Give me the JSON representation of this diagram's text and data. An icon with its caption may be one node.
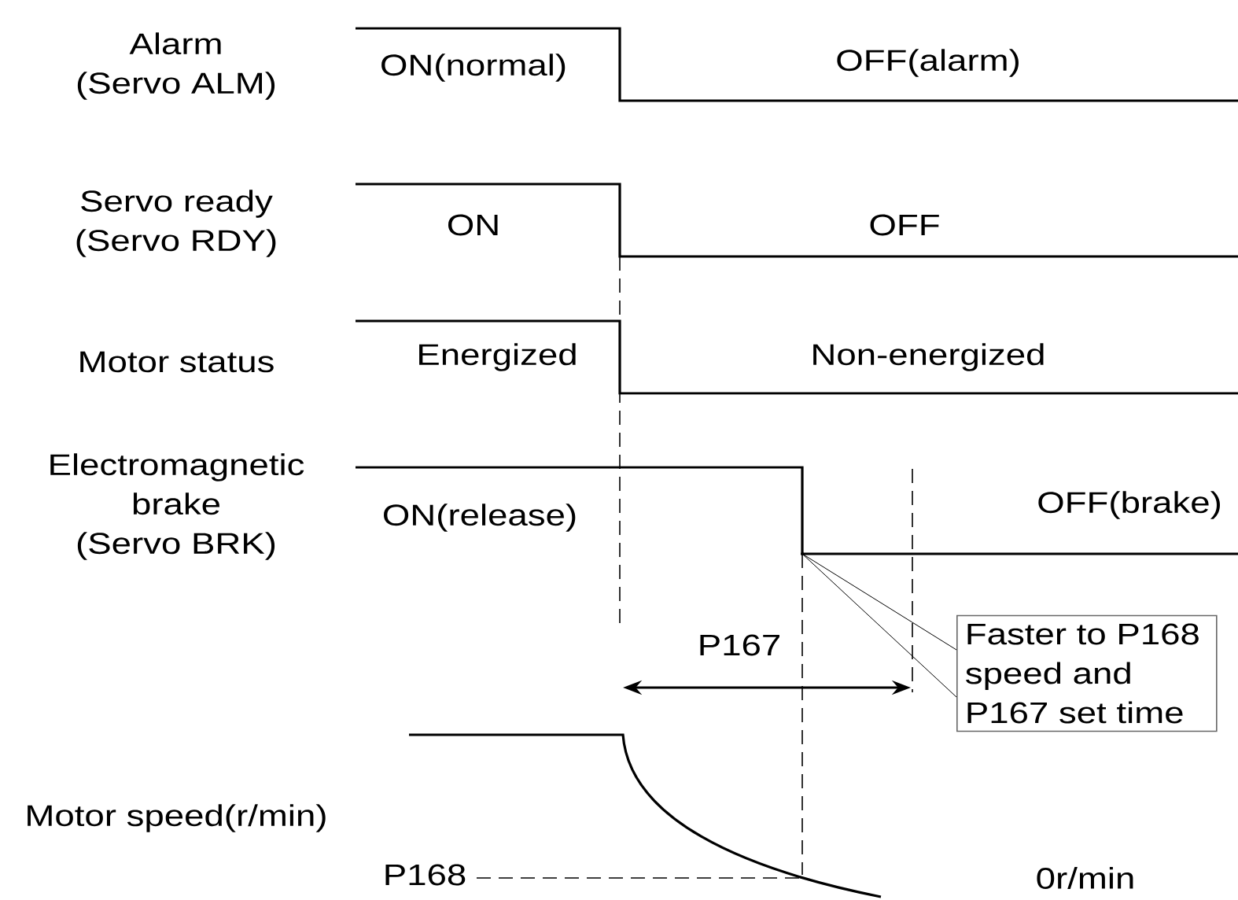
{
  "diagram": {
    "nodes": [
      {
        "text": [
          "Faster to P168 speed and P167 set time"
        ]
      },
      {
        "text": [],
        "shape": "point"
      }
    ],
    "edges": [
      {
        "from": 0,
        "to": 1,
        "arrow": "none"
      },
      {
        "from": 0,
        "to": 1,
        "arrow": "none"
      }
    ],
    "labels": [
      "Alarm (Servo ALM)",
      "ON(normal)",
      "OFF(alarm)",
      "Servo ready (Servo RDY)",
      "ON",
      "OFF",
      "Motor status",
      "Energized",
      "Non-energized",
      "Electromagnetic brake (Servo BRK)",
      "ON(release)",
      "OFF(brake)",
      "P167",
      "Motor speed(r/min)",
      "P168",
      "0r/min"
    ]
  }
}
